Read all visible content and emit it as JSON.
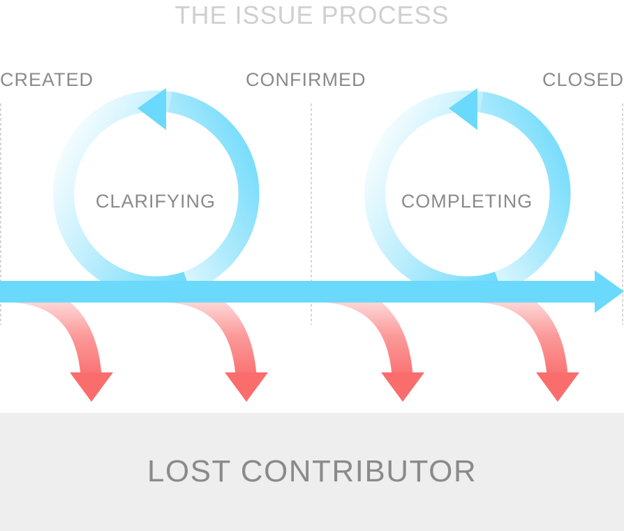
{
  "title": "THE ISSUE PROCESS",
  "stages": {
    "created": "CREATED",
    "confirmed": "CONFIRMED",
    "closed": "CLOSED"
  },
  "loops": {
    "first": "CLARIFYING",
    "second": "COMPLETING"
  },
  "outcome": "LOST CONTRIBUTOR",
  "colors": {
    "flow": "#6ad9fb",
    "loss": "#fa6d6d",
    "text": "#8a8a8a",
    "title": "#cfcfcf",
    "band": "#eeeeee"
  }
}
